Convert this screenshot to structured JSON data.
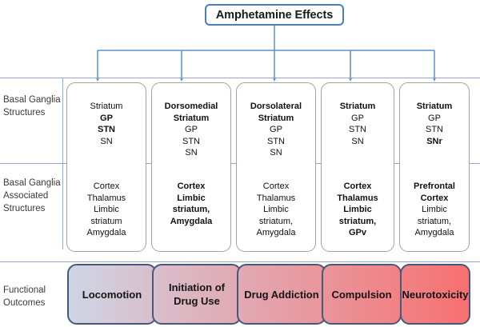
{
  "title": {
    "text": "Amphetamine Effects"
  },
  "row_labels": {
    "basal_ganglia_structures": "Basal Ganglia Structures",
    "basal_ganglia_associated_structures": "Basal Ganglia Associated Structures",
    "functional_outcomes": "Functional Outcomes"
  },
  "colors": {
    "title_border": "#4A7EBB",
    "connector": "#5B8FC9",
    "box_border": "#A3A3A3",
    "divider": "#9AAAC4",
    "outcome_border": "#48587C",
    "outcome_gradient_start": "#CFD6E6",
    "outcome_gradient_end": "#F87070"
  },
  "columns": [
    {
      "structures": [
        {
          "text": "Striatum",
          "bold": false
        },
        {
          "text": "GP",
          "bold": true
        },
        {
          "text": "STN",
          "bold": true
        },
        {
          "text": "SN",
          "bold": false
        }
      ],
      "associated": [
        {
          "text": "Cortex",
          "bold": false
        },
        {
          "text": "Thalamus",
          "bold": false
        },
        {
          "text": "Limbic",
          "bold": false
        },
        {
          "text": "striatum",
          "bold": false
        },
        {
          "text": "Amygdala",
          "bold": false
        }
      ],
      "outcome": "Locomotion"
    },
    {
      "structures": [
        {
          "text": "Dorsomedial",
          "bold": true
        },
        {
          "text": "Striatum",
          "bold": true
        },
        {
          "text": "GP",
          "bold": false
        },
        {
          "text": "STN",
          "bold": false
        },
        {
          "text": "SN",
          "bold": false
        }
      ],
      "associated": [
        {
          "text": "Cortex",
          "bold": true
        },
        {
          "text": "Limbic",
          "bold": true
        },
        {
          "text": "striatum,",
          "bold": true
        },
        {
          "text": "Amygdala",
          "bold": true
        }
      ],
      "outcome": "Initiation of Drug Use"
    },
    {
      "structures": [
        {
          "text": "Dorsolateral",
          "bold": true
        },
        {
          "text": "Striatum",
          "bold": true
        },
        {
          "text": "GP",
          "bold": false
        },
        {
          "text": "STN",
          "bold": false
        },
        {
          "text": "SN",
          "bold": false
        }
      ],
      "associated": [
        {
          "text": "Cortex",
          "bold": false
        },
        {
          "text": "Thalamus",
          "bold": false
        },
        {
          "text": "Limbic",
          "bold": false
        },
        {
          "text": "striatum,",
          "bold": false
        },
        {
          "text": "Amygdala",
          "bold": false
        }
      ],
      "outcome": "Drug Addiction"
    },
    {
      "structures": [
        {
          "text": "Striatum",
          "bold": true
        },
        {
          "text": "GP",
          "bold": false
        },
        {
          "text": "STN",
          "bold": false
        },
        {
          "text": "SN",
          "bold": false
        }
      ],
      "associated": [
        {
          "text": "Cortex",
          "bold": true
        },
        {
          "text": "Thalamus",
          "bold": true
        },
        {
          "text": "Limbic",
          "bold": true
        },
        {
          "text": "striatum,",
          "bold": true
        },
        {
          "text": "GPv",
          "bold": true
        }
      ],
      "outcome": "Compulsion"
    },
    {
      "structures": [
        {
          "text": "Striatum",
          "bold": true
        },
        {
          "text": "GP",
          "bold": false
        },
        {
          "text": "STN",
          "bold": false
        },
        {
          "text": "SNr",
          "bold": true
        }
      ],
      "associated": [
        {
          "text": "Prefrontal",
          "bold": true
        },
        {
          "text": "Cortex",
          "bold": true
        },
        {
          "text": "Limbic",
          "bold": false
        },
        {
          "text": "striatum,",
          "bold": false
        },
        {
          "text": "Amygdala",
          "bold": false
        }
      ],
      "outcome": "Neurotoxicity"
    }
  ]
}
